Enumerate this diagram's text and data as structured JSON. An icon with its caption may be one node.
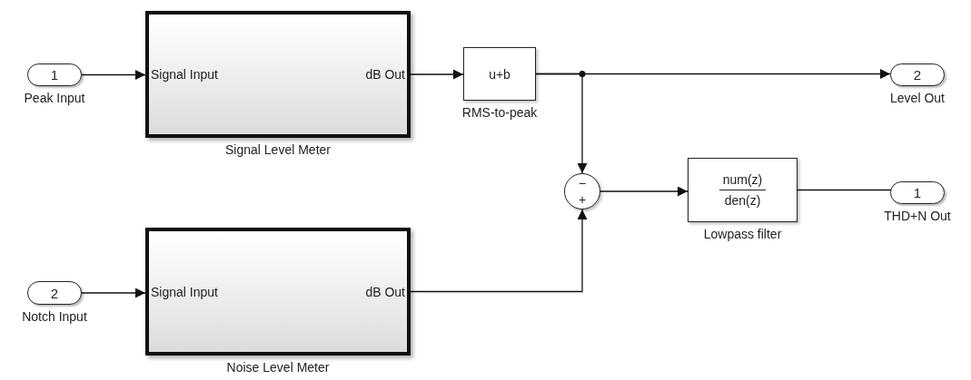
{
  "diagram": {
    "nodes": [
      {
        "text": [
          "1"
        ],
        "beside": [
          "Peak Input"
        ]
      },
      {
        "text": [
          "Signal Input",
          "dB Out"
        ],
        "beside": [
          "Signal Level Meter"
        ]
      },
      {
        "text": [
          "u+b"
        ],
        "beside": [
          "RMS-to-peak"
        ]
      },
      {
        "text": [
          "2"
        ],
        "beside": [
          "Level Out"
        ]
      },
      {
        "text": [
          "−",
          "+"
        ]
      },
      {
        "text": [
          "num(z)",
          "den(z)"
        ],
        "beside": [
          "Lowpass filter"
        ]
      },
      {
        "text": [
          "1"
        ],
        "beside": [
          "THD+N Out"
        ]
      },
      {
        "text": [
          "2"
        ],
        "beside": [
          "Notch Input"
        ]
      },
      {
        "text": [
          "Signal Input",
          "dB Out"
        ],
        "beside": [
          "Noise Level Meter"
        ]
      }
    ],
    "edges": [
      {
        "from": 0,
        "to": 1,
        "arrow": "to"
      },
      {
        "from": 1,
        "to": 2,
        "arrow": "to"
      },
      {
        "from": 2,
        "to": 3,
        "arrow": "to"
      },
      {
        "from": 2,
        "to": 4,
        "arrow": "to"
      },
      {
        "from": 4,
        "to": 5,
        "arrow": "to"
      },
      {
        "from": 5,
        "to": 6,
        "arrow": "to"
      },
      {
        "from": 7,
        "to": 8,
        "arrow": "to"
      },
      {
        "from": 8,
        "to": 4,
        "arrow": "to"
      }
    ]
  }
}
